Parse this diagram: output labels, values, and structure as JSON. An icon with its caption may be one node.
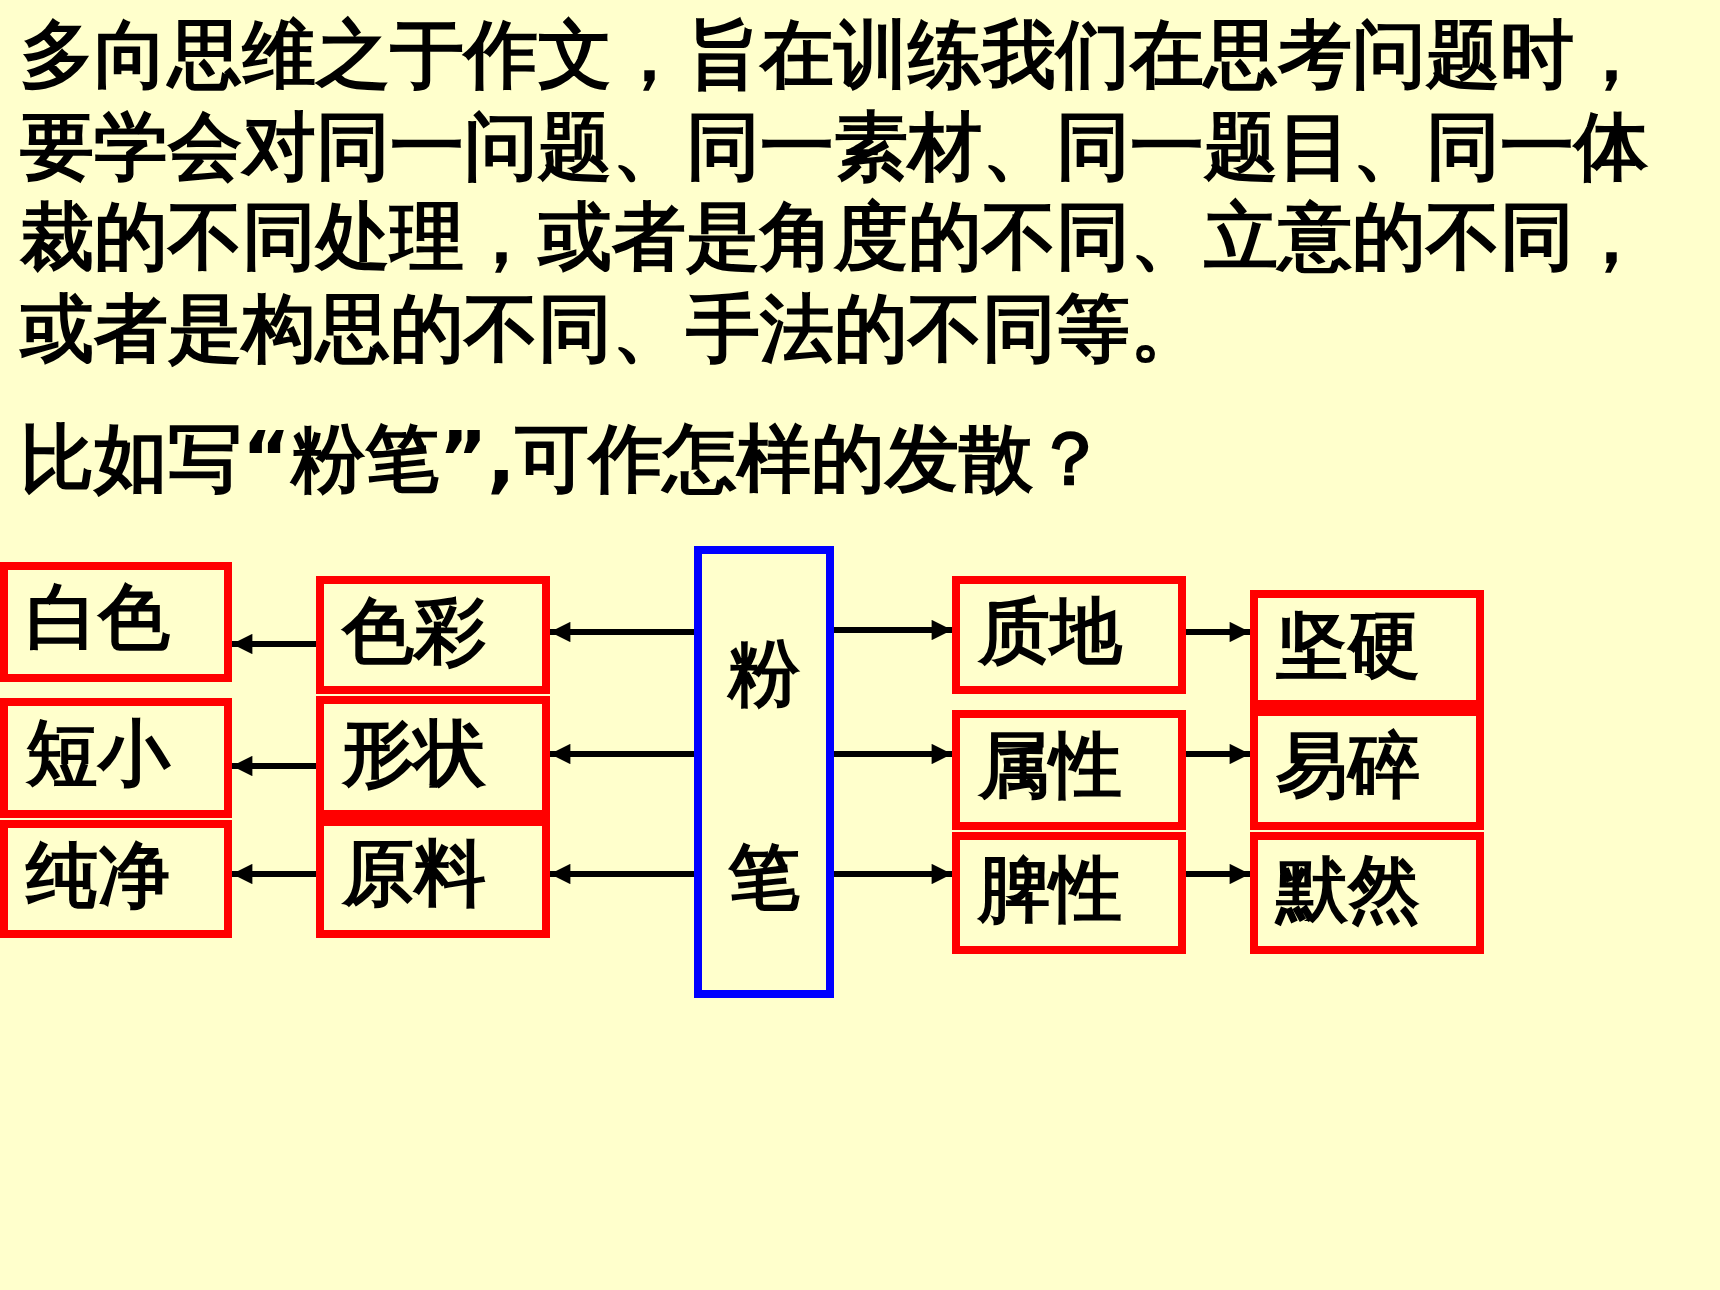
{
  "diagram": {
    "nodes": [
      {
        "text": [
          "白色"
        ]
      },
      {
        "text": [
          "色彩"
        ]
      },
      {
        "text": [
          "粉笔"
        ]
      },
      {
        "text": [
          "质地"
        ]
      },
      {
        "text": [
          "坚硬"
        ]
      },
      {
        "text": [
          "短小"
        ]
      },
      {
        "text": [
          "形状"
        ]
      },
      {
        "text": [
          "属性"
        ]
      },
      {
        "text": [
          "易碎"
        ]
      },
      {
        "text": [
          "纯净"
        ]
      },
      {
        "text": [
          "原料"
        ]
      },
      {
        "text": [
          "脾性"
        ]
      },
      {
        "text": [
          "默然"
        ]
      }
    ],
    "edges": [
      {
        "from": 2,
        "to": 1,
        "arrow": "to"
      },
      {
        "from": 2,
        "to": 6,
        "arrow": "to"
      },
      {
        "from": 2,
        "to": 10,
        "arrow": "to"
      },
      {
        "from": 1,
        "to": 0,
        "arrow": "to"
      },
      {
        "from": 6,
        "to": 5,
        "arrow": "to"
      },
      {
        "from": 10,
        "to": 9,
        "arrow": "to"
      },
      {
        "from": 2,
        "to": 3,
        "arrow": "to"
      },
      {
        "from": 2,
        "to": 7,
        "arrow": "to"
      },
      {
        "from": 2,
        "to": 11,
        "arrow": "to"
      },
      {
        "from": 3,
        "to": 4,
        "arrow": "to"
      },
      {
        "from": 7,
        "to": 8,
        "arrow": "to"
      },
      {
        "from": 11,
        "to": 12,
        "arrow": "to"
      }
    ],
    "labels": [
      "多向思维之于作文，旨在训练我们在思考问题时，要学会对同一问题、同一素材、同一题目、同一体裁的不同处理，或者是角度的不同、立意的不同，或者是构思的不同、手法的不同等。",
      "比如写“粉笔”,可作怎样的发散？"
    ]
  }
}
